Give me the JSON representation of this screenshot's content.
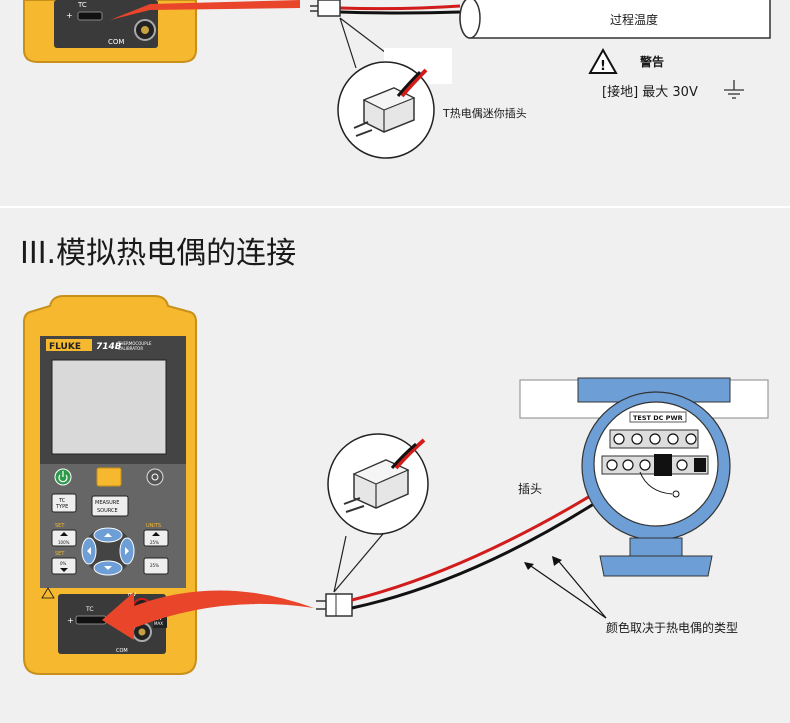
{
  "top": {
    "process_temp_label": "过程温度",
    "warning_label": "警告",
    "ground_label": "[接地] 最大 30V",
    "plug_label": "T热电偶迷你插头",
    "tc_label": "TC",
    "com_label": "COM"
  },
  "bottom": {
    "section_title": "III.模拟热电偶的连接",
    "plug_partial_label": "插头",
    "wire_color_label": "颜色取决于热电偶的类型",
    "transmitter_header": "TEST DC PWR",
    "device": {
      "brand": "FLUKE",
      "model": "714B",
      "model_desc_line1": "THERMOCOUPLE",
      "model_desc_line2": "CALIBRATOR",
      "btn_tc_type_line1": "TC",
      "btn_tc_type_line2": "TYPE",
      "btn_measure_line1": "MEASURE",
      "btn_measure_line2": "SOURCE",
      "set_label": "SET",
      "pct_100": "100%",
      "pct_0": "0%",
      "units_label": "UNITS",
      "pct_25": "25%",
      "mv_label": "mV",
      "tc_label": "TC",
      "com_label": "COM",
      "max_label_line1": "30V",
      "max_label_line2": "MAX"
    }
  },
  "colors": {
    "device_body": "#f5b82e",
    "device_dark": "#3a3a3a",
    "screen": "#d9d9d9",
    "arrow": "#e8452a",
    "pipe": "#ffffff",
    "transmitter": "#6d9fd6",
    "wire_red": "#d21b1b"
  }
}
